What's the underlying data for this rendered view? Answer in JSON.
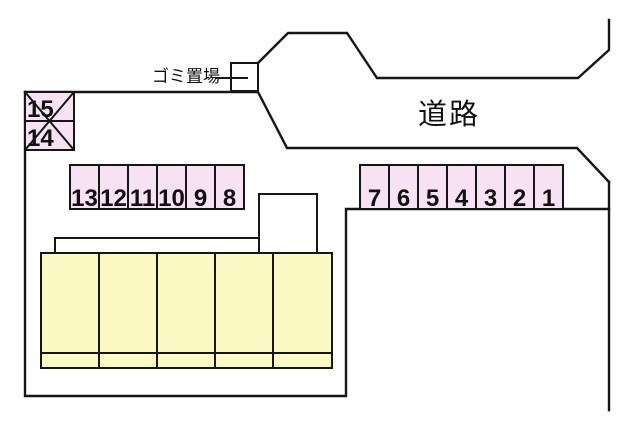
{
  "labels": {
    "road": "道路",
    "garbage": "ゴミ置場"
  },
  "parking": {
    "crossed_spaces": [
      "15",
      "14"
    ],
    "row_left_numbers": [
      "13",
      "12",
      "11",
      "10",
      "9",
      "8"
    ],
    "row_right_numbers": [
      "7",
      "6",
      "5",
      "4",
      "3",
      "2",
      "1"
    ]
  },
  "building": {
    "unit_count": 5
  },
  "colors": {
    "line": "#161616",
    "parking_fill": "#f7e2f4",
    "building_fill": "#fbfac3",
    "background": "#ffffff",
    "text": "#111111"
  }
}
